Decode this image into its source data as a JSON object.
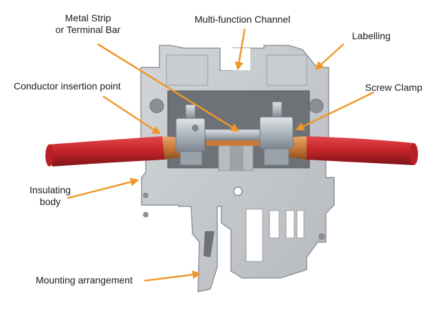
{
  "labels": {
    "metal_strip": {
      "line1": "Metal Strip",
      "line2": "or Terminal Bar"
    },
    "multi_function_channel": "Multi-function Channel",
    "labelling": "Labelling",
    "conductor_insertion_point": "Conductor insertion point",
    "screw_clamp": "Screw Clamp",
    "insulating_body": {
      "line1": "Insulating",
      "line2": "body"
    },
    "mounting_arrangement": "Mounting arrangement"
  },
  "colors": {
    "arrow": "#f0962a",
    "body_gray": "#c3c6c9",
    "body_shadow": "#9ea2a6",
    "wire_red": "#c8262b",
    "copper": "#c87a3a",
    "metal": "#aeb6bd"
  }
}
